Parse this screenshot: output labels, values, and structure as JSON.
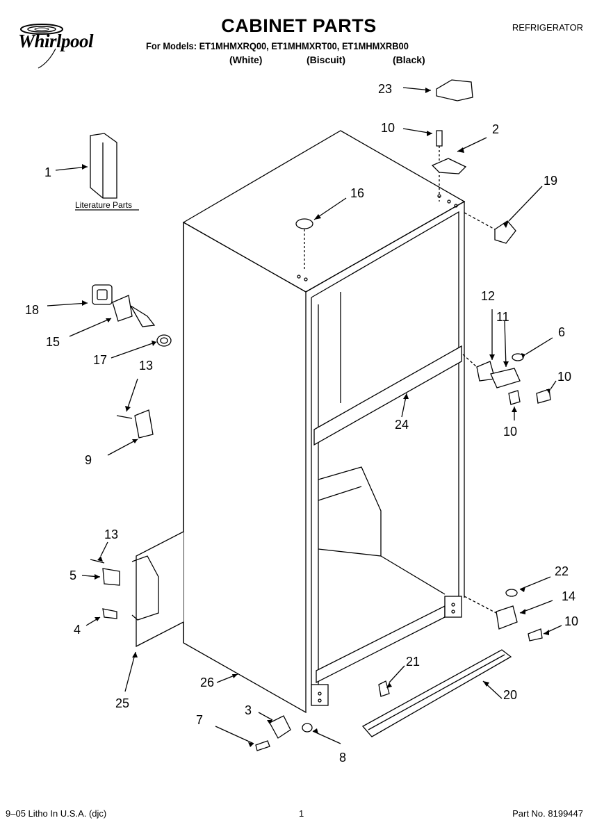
{
  "header": {
    "brand": "Whirlpool",
    "title": "CABINET PARTS",
    "category": "REFRIGERATOR",
    "models_line": "For Models: ET1MHMXRQ00, ET1MHMXRT00, ET1MHMXRB00",
    "variants": [
      "(White)",
      "(Biscuit)",
      "(Black)"
    ]
  },
  "diagram": {
    "literature_label": "Literature Parts",
    "callouts": {
      "c1": "1",
      "c2": "2",
      "c3": "3",
      "c4": "4",
      "c5": "5",
      "c6": "6",
      "c7": "7",
      "c8": "8",
      "c9": "9",
      "c10a": "10",
      "c10b": "10",
      "c10c": "10",
      "c10d": "10",
      "c11": "11",
      "c12": "12",
      "c13a": "13",
      "c13b": "13",
      "c14": "14",
      "c15": "15",
      "c16": "16",
      "c17": "17",
      "c18": "18",
      "c19": "19",
      "c20": "20",
      "c21": "21",
      "c22": "22",
      "c23": "23",
      "c24": "24",
      "c25": "25",
      "c26": "26"
    }
  },
  "footer": {
    "left": "9–05 Litho In U.S.A. (djc)",
    "page": "1",
    "part_no": "Part No. 8199447"
  }
}
